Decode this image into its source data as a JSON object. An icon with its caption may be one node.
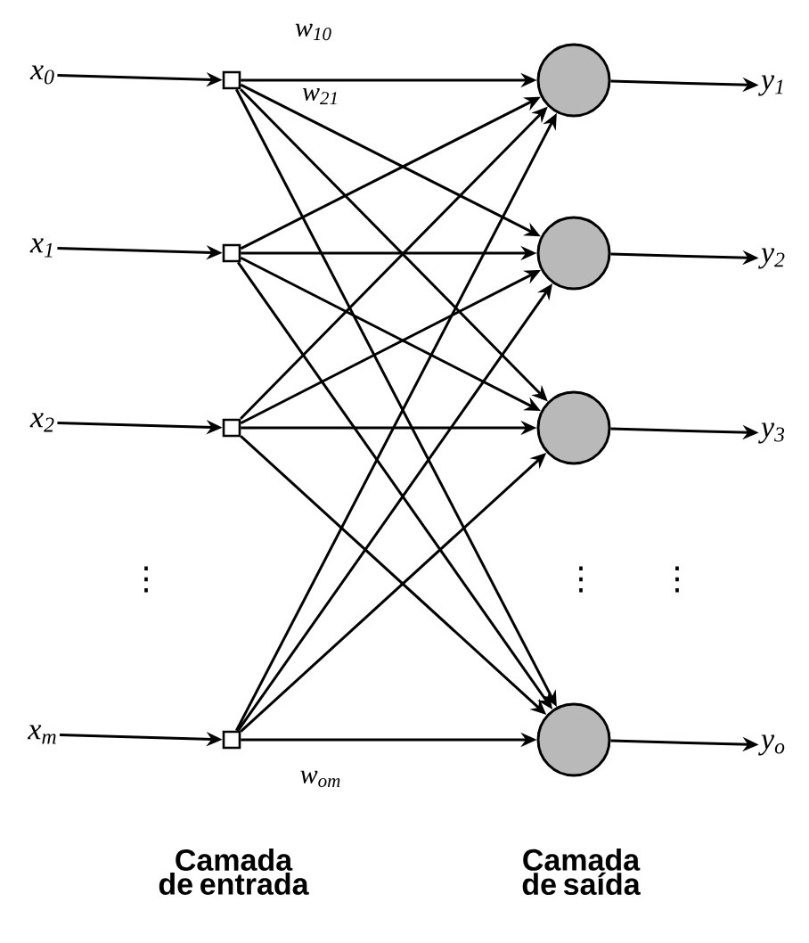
{
  "diagram": {
    "nodes": [
      {
        "text": [
          "x$_{0}$"
        ]
      },
      {
        "text": [
          "x$_{1}$"
        ]
      },
      {
        "text": [
          "x$_{2}$"
        ]
      },
      {
        "text": [
          "x$_{m}$"
        ]
      },
      {
        "text": [],
        "shape": "box"
      },
      {
        "text": [],
        "shape": "box"
      },
      {
        "text": [],
        "shape": "box"
      },
      {
        "text": [],
        "shape": "box"
      },
      {
        "text": [],
        "shape": "circle"
      },
      {
        "text": [],
        "shape": "circle"
      },
      {
        "text": [],
        "shape": "circle"
      },
      {
        "text": [],
        "shape": "circle"
      },
      {
        "text": [
          "y$_{1}$"
        ]
      },
      {
        "text": [
          "y$_{2}$"
        ]
      },
      {
        "text": [
          "y$_{3}$"
        ]
      },
      {
        "text": [
          "y$_{o}$"
        ]
      }
    ],
    "edges": [
      {
        "from": 0,
        "to": 4,
        "arrow": "to"
      },
      {
        "from": 1,
        "to": 5,
        "arrow": "to"
      },
      {
        "from": 2,
        "to": 6,
        "arrow": "to"
      },
      {
        "from": 3,
        "to": 7,
        "arrow": "to"
      },
      {
        "from": 4,
        "to": 8,
        "arrow": "to"
      },
      {
        "from": 4,
        "to": 9,
        "arrow": "to"
      },
      {
        "from": 4,
        "to": 10,
        "arrow": "to"
      },
      {
        "from": 4,
        "to": 11,
        "arrow": "to"
      },
      {
        "from": 5,
        "to": 8,
        "arrow": "to"
      },
      {
        "from": 5,
        "to": 9,
        "arrow": "to"
      },
      {
        "from": 5,
        "to": 10,
        "arrow": "to"
      },
      {
        "from": 5,
        "to": 11,
        "arrow": "to"
      },
      {
        "from": 6,
        "to": 8,
        "arrow": "to"
      },
      {
        "from": 6,
        "to": 9,
        "arrow": "to"
      },
      {
        "from": 6,
        "to": 10,
        "arrow": "to"
      },
      {
        "from": 6,
        "to": 11,
        "arrow": "to"
      },
      {
        "from": 7,
        "to": 8,
        "arrow": "to"
      },
      {
        "from": 7,
        "to": 9,
        "arrow": "to"
      },
      {
        "from": 7,
        "to": 10,
        "arrow": "to"
      },
      {
        "from": 7,
        "to": 11,
        "arrow": "to"
      },
      {
        "from": 8,
        "to": 12,
        "arrow": "to"
      },
      {
        "from": 9,
        "to": 13,
        "arrow": "to"
      },
      {
        "from": 10,
        "to": 14,
        "arrow": "to"
      },
      {
        "from": 11,
        "to": 15,
        "arrow": "to"
      }
    ],
    "labels": [
      "w$_{10}$",
      "w$_{21}$",
      "⋮",
      "⋮",
      "⋮",
      "w$_{om}$",
      "Camada de entrada",
      "Camada de saída"
    ]
  }
}
